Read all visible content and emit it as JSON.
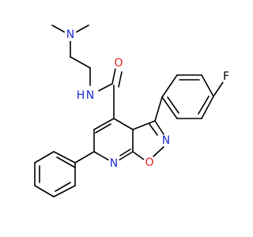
{
  "molecule": {
    "atoms": [
      {
        "id": "N_amine",
        "label": "N"
      },
      {
        "id": "N_amide",
        "label": "H"
      },
      {
        "id": "N_amide_n",
        "label": "N"
      },
      {
        "id": "O_carbonyl",
        "label": "O"
      },
      {
        "id": "F",
        "label": "F"
      },
      {
        "id": "N_isoxazole",
        "label": "N"
      },
      {
        "id": "N_pyridine",
        "label": "N"
      },
      {
        "id": "O_isoxazole",
        "label": "O"
      }
    ]
  },
  "colors": {
    "bond": "#000000",
    "nitrogen": "#1f2bd6",
    "oxygen": "#e0201b",
    "fluorine": "#000000"
  }
}
